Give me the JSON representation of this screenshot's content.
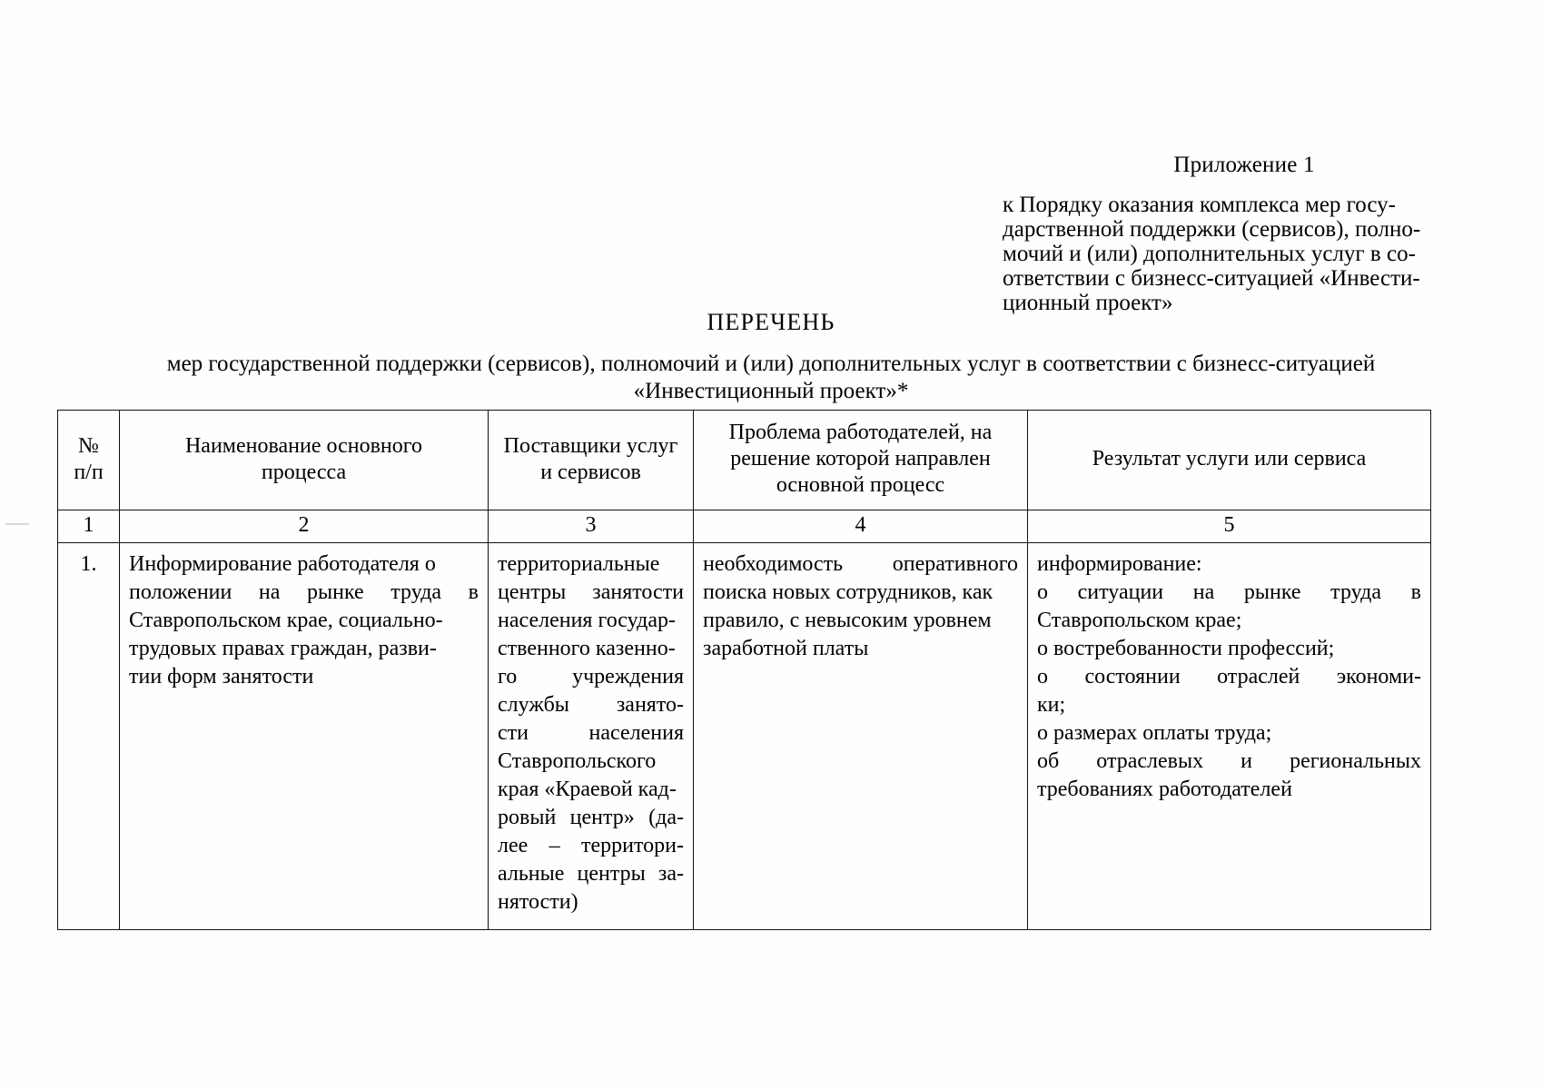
{
  "document": {
    "appendix_number": "Приложение 1",
    "appendix_reference": {
      "line1": "к Порядку оказания комплекса мер госу-",
      "line2": "дарственной поддержки (сервисов), полно-",
      "line3": "мочий и (или) дополнительных услуг в со-",
      "line4": "ответствии с бизнесс-ситуацией «Инвести-",
      "line5": "ционный проект»"
    },
    "title": "ПЕРЕЧЕНЬ",
    "subtitle_line1": "мер государственной поддержки (сервисов), полномочий и (или) дополнительных услуг в соответствии с бизнесс-ситуацией",
    "subtitle_line2": "«Инвестиционный проект»*"
  },
  "table": {
    "headers": [
      "№\nп/п",
      "Наименование основного процесса",
      "Поставщики услуг и сервисов",
      "Проблема работодателей, на решение которой направлен основной процесс",
      "Результат услуги или сервиса"
    ],
    "header_parts": {
      "col1_line1": "№",
      "col1_line2": "п/п",
      "col2_line1": "Наименование основного",
      "col2_line2": "процесса",
      "col3_line1": "Поставщики услуг",
      "col3_line2": "и сервисов",
      "col4_line1": "Проблема работодателей, на",
      "col4_line2": "решение которой направлен",
      "col4_line3": "основной процесс",
      "col5_line1": "Результат услуги или сервиса"
    },
    "column_numbers": [
      "1",
      "2",
      "3",
      "4",
      "5"
    ],
    "rows": [
      {
        "index": "1.",
        "process_lines": [
          "Информирование работодателя о",
          "положении на рынке труда в",
          "Ставропольском крае, социально-",
          "трудовых правах граждан, разви-",
          "тии форм занятости"
        ],
        "providers_lines": [
          "территориальные",
          "центры занятости",
          "населения государ-",
          "ственного казенно-",
          "го учреждения",
          "службы занято-",
          "сти населения",
          "Ставропольского",
          "края «Краевой кад-",
          "ровый центр» (да-",
          "лее – территори-",
          "альные центры за-",
          "нятости)"
        ],
        "problem_lines": [
          "необходимость оперативного",
          "поиска новых сотрудников, как",
          "правило, с невысоким уровнем",
          "заработной платы"
        ],
        "result_lines": [
          "информирование:",
          "о ситуации на рынке труда в",
          "Ставропольском крае;",
          "о востребованности профессий;",
          "о состоянии отраслей экономи-",
          "ки;",
          "о размерах оплаты труда;",
          "об отраслевых и региональных",
          "требованиях работодателей"
        ]
      }
    ]
  }
}
